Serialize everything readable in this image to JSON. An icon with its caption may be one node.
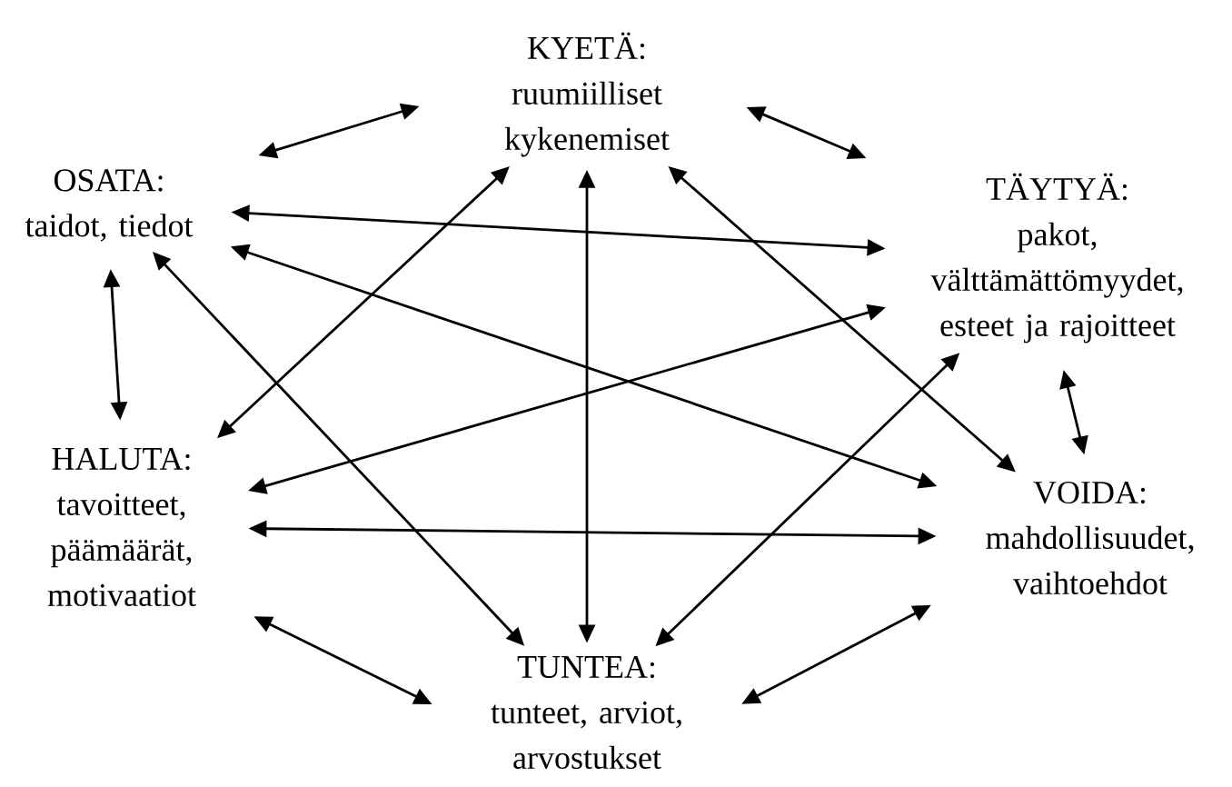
{
  "diagram": {
    "nodes": [
      {
        "text": [
          "KYETÄ:",
          "ruumiilliset kykenemiset"
        ]
      },
      {
        "text": [
          "TÄYTYÄ:",
          "pakot, välttämättömyydet, esteet ja rajoitteet"
        ]
      },
      {
        "text": [
          "VOIDA:",
          "mahdollisuudet, vaihtoehdot"
        ]
      },
      {
        "text": [
          "TUNTEA:",
          "tunteet, arviot, arvostukset"
        ]
      },
      {
        "text": [
          "HALUTA:",
          "tavoitteet, päämäärät, motivaatiot"
        ]
      },
      {
        "text": [
          "OSATA:",
          "taidot, tiedot"
        ]
      }
    ],
    "edges": [
      {
        "from": 5,
        "to": 0,
        "arrow": "both"
      },
      {
        "from": 0,
        "to": 1,
        "arrow": "both"
      },
      {
        "from": 1,
        "to": 2,
        "arrow": "both"
      },
      {
        "from": 2,
        "to": 3,
        "arrow": "both"
      },
      {
        "from": 3,
        "to": 4,
        "arrow": "both"
      },
      {
        "from": 4,
        "to": 5,
        "arrow": "both"
      },
      {
        "from": 5,
        "to": 1,
        "arrow": "both"
      },
      {
        "from": 4,
        "to": 2,
        "arrow": "both"
      },
      {
        "from": 0,
        "to": 3,
        "arrow": "both"
      },
      {
        "from": 0,
        "to": 4,
        "arrow": "both"
      },
      {
        "from": 0,
        "to": 2,
        "arrow": "both"
      },
      {
        "from": 5,
        "to": 2,
        "arrow": "both"
      },
      {
        "from": 5,
        "to": 3,
        "arrow": "both"
      },
      {
        "from": 1,
        "to": 4,
        "arrow": "both"
      },
      {
        "from": 1,
        "to": 3,
        "arrow": "both"
      }
    ]
  }
}
